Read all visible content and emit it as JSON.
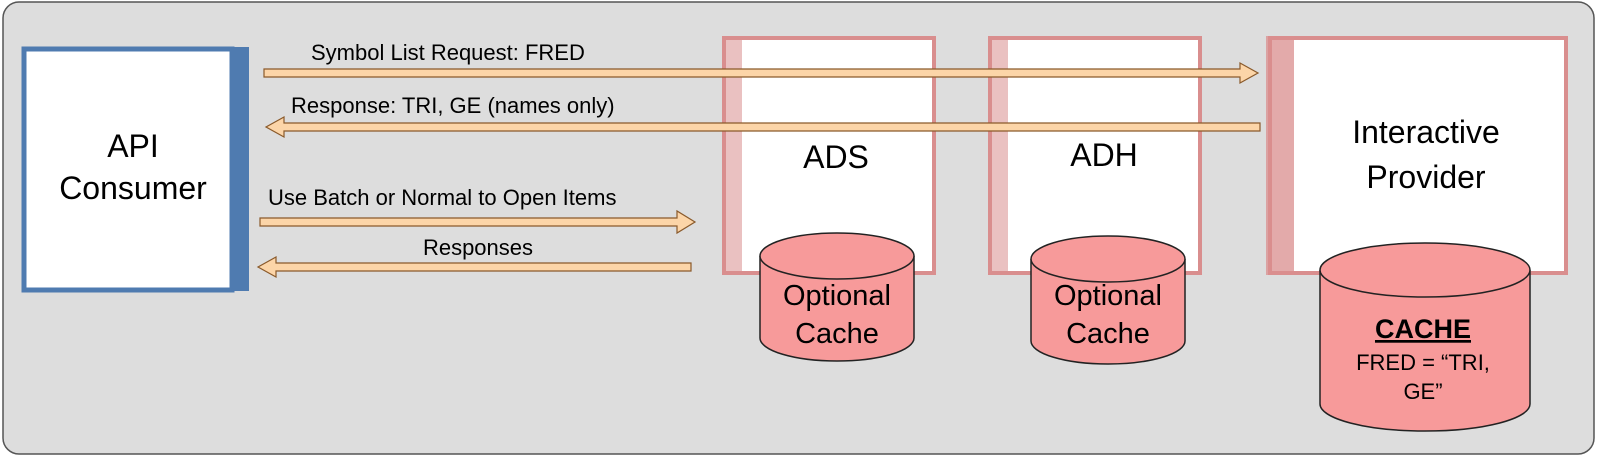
{
  "consumer": {
    "line1": "API",
    "line2": "Consumer"
  },
  "ads": {
    "label": "ADS",
    "cache_line1": "Optional",
    "cache_line2": "Cache"
  },
  "adh": {
    "label": "ADH",
    "cache_line1": "Optional",
    "cache_line2": "Cache"
  },
  "provider": {
    "line1": "Interactive",
    "line2": "Provider",
    "cache_title": "CACHE",
    "cache_line1": "FRED = “TRI,",
    "cache_line2": "GE”"
  },
  "messages": {
    "request": "Symbol List Request: FRED",
    "response": "Response: TRI, GE (names only)",
    "open_items": "Use Batch or Normal to Open Items",
    "responses": "Responses"
  },
  "colors": {
    "background": "#dddddd",
    "consumer_border": "#4f7bb0",
    "component_border": "#d98e8e",
    "cache_fill": "#f79a9a",
    "arrow_fill": "#fcd5a8"
  }
}
